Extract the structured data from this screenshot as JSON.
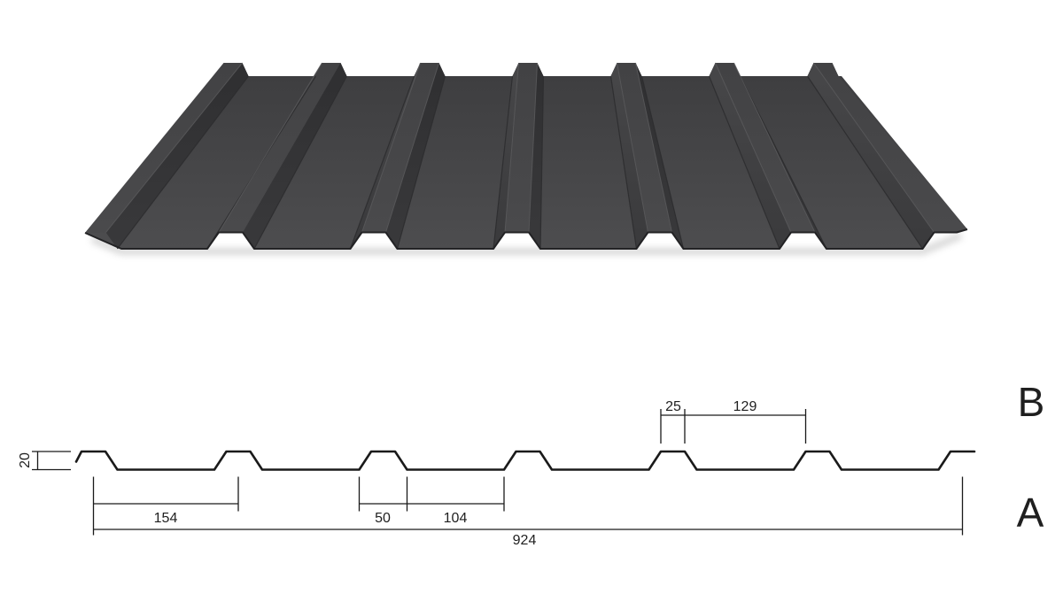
{
  "drawing": {
    "title_labels": {
      "section_b": "B",
      "section_a": "A"
    },
    "dimensions": {
      "profile_height": "20",
      "rib_pitch": "154",
      "rib_base_width": "50",
      "valley_width": "104",
      "total_cover_width": "924",
      "rib_top_width": "25",
      "rib_top_spacing": "129"
    }
  },
  "colors": {
    "background": "#ffffff",
    "line": "#1a1a1a",
    "text": "#1f1f1f",
    "sheet_base": "#434345",
    "sheet_light_edge": "#5a5a5c",
    "sheet_dark_crease": "#2d2d2f"
  }
}
